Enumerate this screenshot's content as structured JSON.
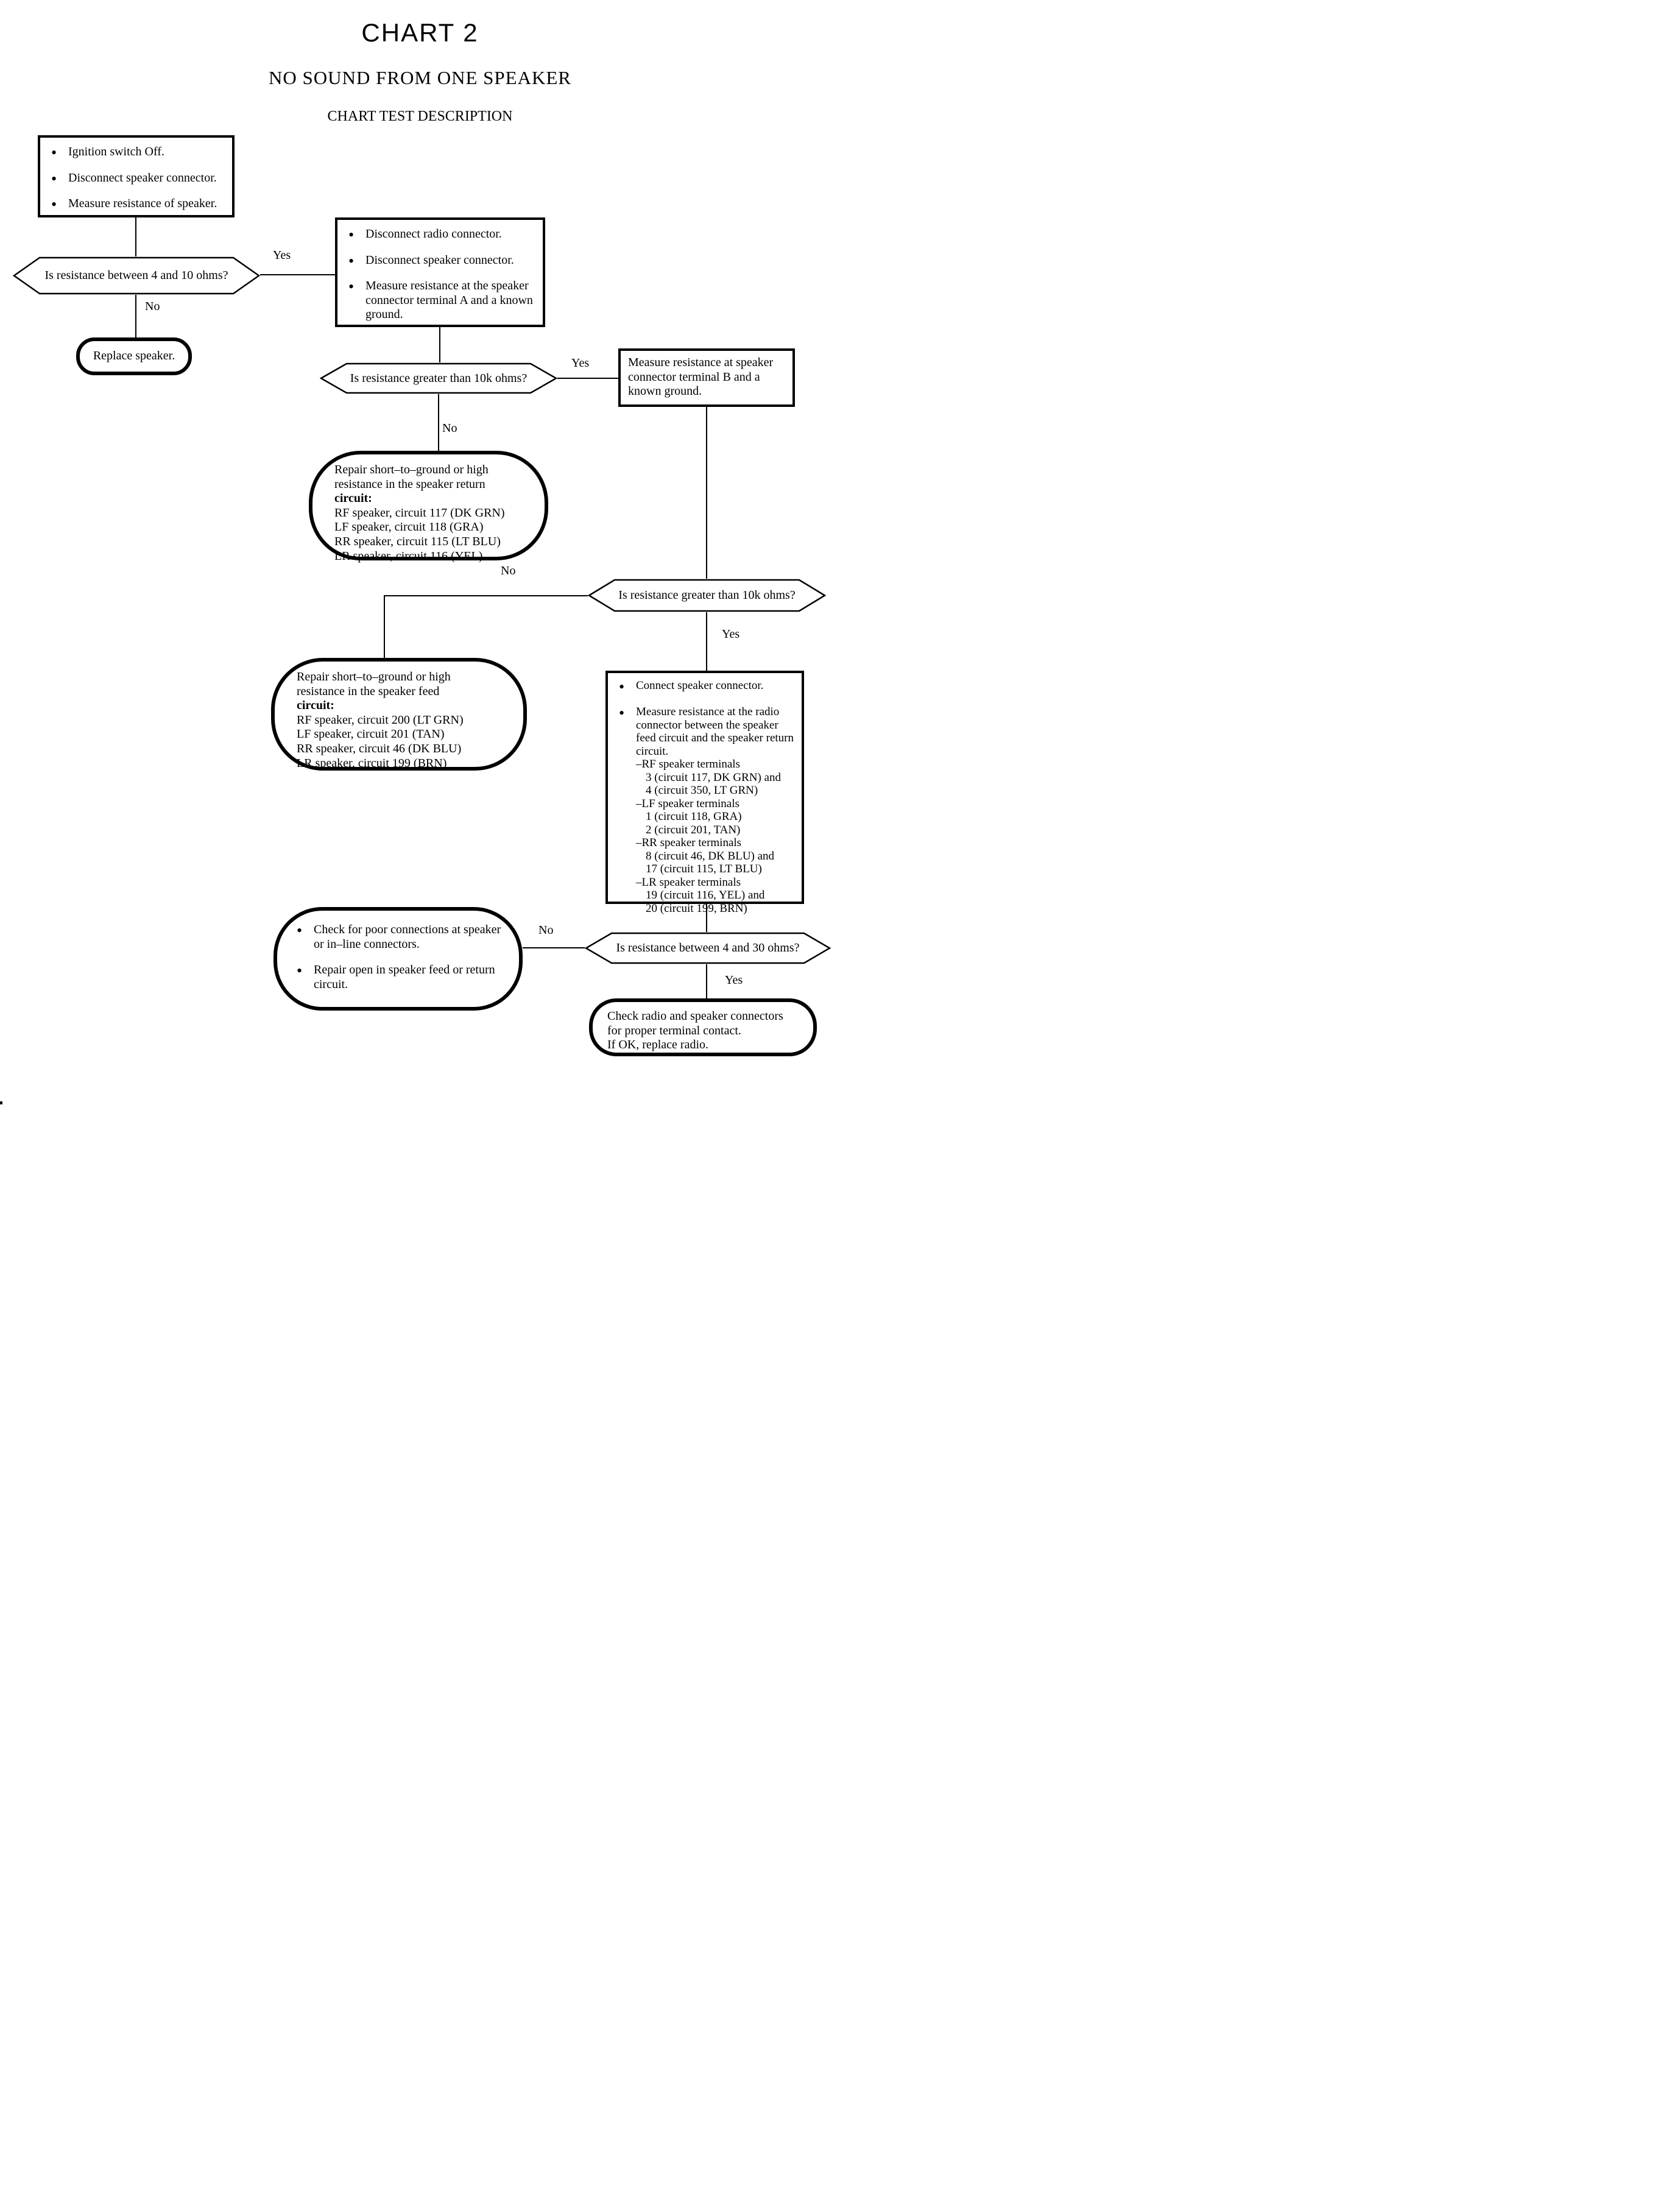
{
  "header": {
    "title": "CHART 2",
    "subtitle": "NO SOUND FROM ONE SPEAKER",
    "description": "CHART TEST DESCRIPTION"
  },
  "labels": {
    "yes": "Yes",
    "no": "No"
  },
  "nodes": {
    "initial_steps": {
      "bullets": [
        "Ignition switch Off.",
        "Disconnect speaker connector.",
        "Measure resistance of speaker."
      ]
    },
    "q_speaker_resistance": {
      "text": "Is resistance between 4 and 10 ohms?"
    },
    "replace_speaker": {
      "text": "Replace speaker."
    },
    "radio_steps": {
      "bullets": [
        "Disconnect radio connector.",
        "Disconnect speaker connector.",
        "Measure resistance at the speaker connector terminal A and a known ground."
      ]
    },
    "q_return_resistance": {
      "text": "Is resistance greater than 10k ohms?"
    },
    "terminal_b": {
      "text": "Measure resistance at speaker connector terminal B and a known ground."
    },
    "repair_return": {
      "lines": [
        {
          "text": "Repair short–to–ground or high"
        },
        {
          "text": "resistance in the speaker return"
        },
        {
          "text": "circuit:",
          "bold": true
        },
        {
          "text": "RF speaker, circuit 117 (DK GRN)"
        },
        {
          "text": "LF speaker, circuit 118 (GRA)"
        },
        {
          "text": "RR speaker, circuit 115 (LT BLU)"
        },
        {
          "text": "LR speaker, circuit 116 (YEL)"
        }
      ]
    },
    "q_feed_resistance": {
      "text": "Is resistance greater than 10k ohms?"
    },
    "repair_feed": {
      "lines": [
        {
          "text": "Repair short–to–ground or high"
        },
        {
          "text": "resistance in the speaker feed"
        },
        {
          "text": "circuit:",
          "bold": true
        },
        {
          "text": "RF speaker, circuit 200 (LT GRN)"
        },
        {
          "text": "LF speaker, circuit 201 (TAN)"
        },
        {
          "text": "RR speaker, circuit 46 (DK BLU)"
        },
        {
          "text": "LR speaker, circuit 199 (BRN)"
        }
      ]
    },
    "radio_measure": {
      "bullets": [
        "Connect speaker connector.",
        "Measure resistance at the radio connector between the speaker feed circuit and the speaker return circuit."
      ],
      "sublines": [
        {
          "text": "–RF speaker terminals",
          "indent": 0
        },
        {
          "text": "3 (circuit 117, DK GRN) and",
          "indent": 1
        },
        {
          "text": "4 (circuit 350, LT GRN)",
          "indent": 1
        },
        {
          "text": "–LF speaker terminals",
          "indent": 0
        },
        {
          "text": "1 (circuit 118, GRA)",
          "indent": 1
        },
        {
          "text": "2 (circuit 201, TAN)",
          "indent": 1
        },
        {
          "text": "–RR speaker terminals",
          "indent": 0
        },
        {
          "text": "8 (circuit 46, DK BLU) and",
          "indent": 1
        },
        {
          "text": "17 (circuit 115, LT BLU)",
          "indent": 1
        },
        {
          "text": "–LR speaker terminals",
          "indent": 0
        },
        {
          "text": "19 (circuit 116, YEL) and",
          "indent": 1
        },
        {
          "text": "20 (circuit 199, BRN)",
          "indent": 1
        }
      ]
    },
    "check_connections": {
      "bullets": [
        "Check for poor connections at speaker or in–line connectors.",
        "Repair open in speaker feed or return circuit."
      ]
    },
    "q_radio_resistance": {
      "text": "Is resistance between 4 and 30 ohms?"
    },
    "check_radio": {
      "lines": [
        {
          "text": "Check radio and speaker connectors"
        },
        {
          "text": "for proper terminal contact."
        },
        {
          "text": "If OK, replace radio."
        }
      ]
    }
  }
}
